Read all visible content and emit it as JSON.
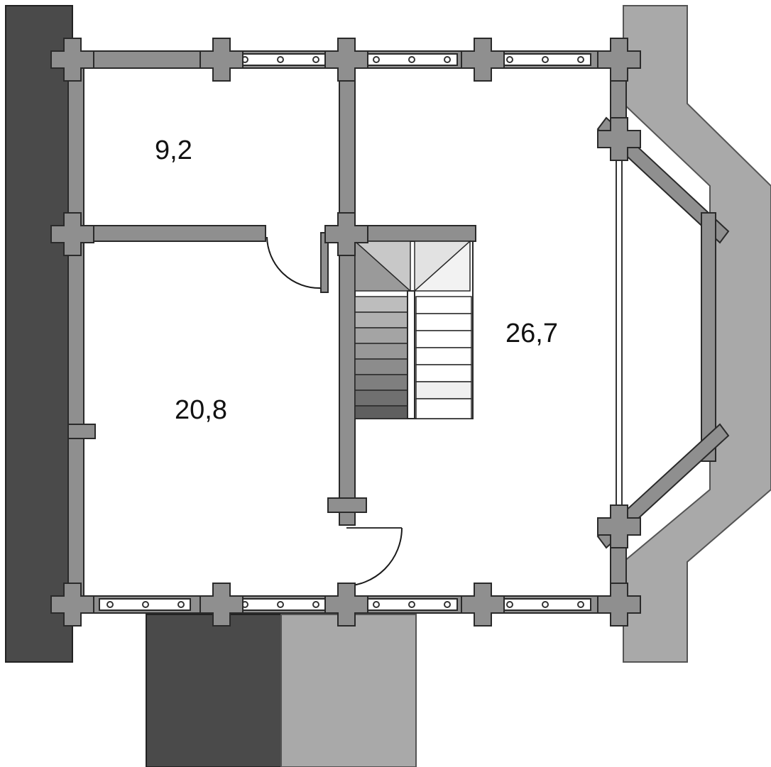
{
  "rooms": [
    {
      "name": "room-upper-left",
      "area": "9,2"
    },
    {
      "name": "room-lower-left",
      "area": "20,8"
    },
    {
      "name": "room-right",
      "area": "26,7"
    }
  ],
  "colors": {
    "wall_fill": "#8f8f8f",
    "wall_stroke": "#2a2a2a",
    "roof_dark": "#4a4a4a",
    "roof_light": "#a9a9a9",
    "background": "#ffffff"
  }
}
